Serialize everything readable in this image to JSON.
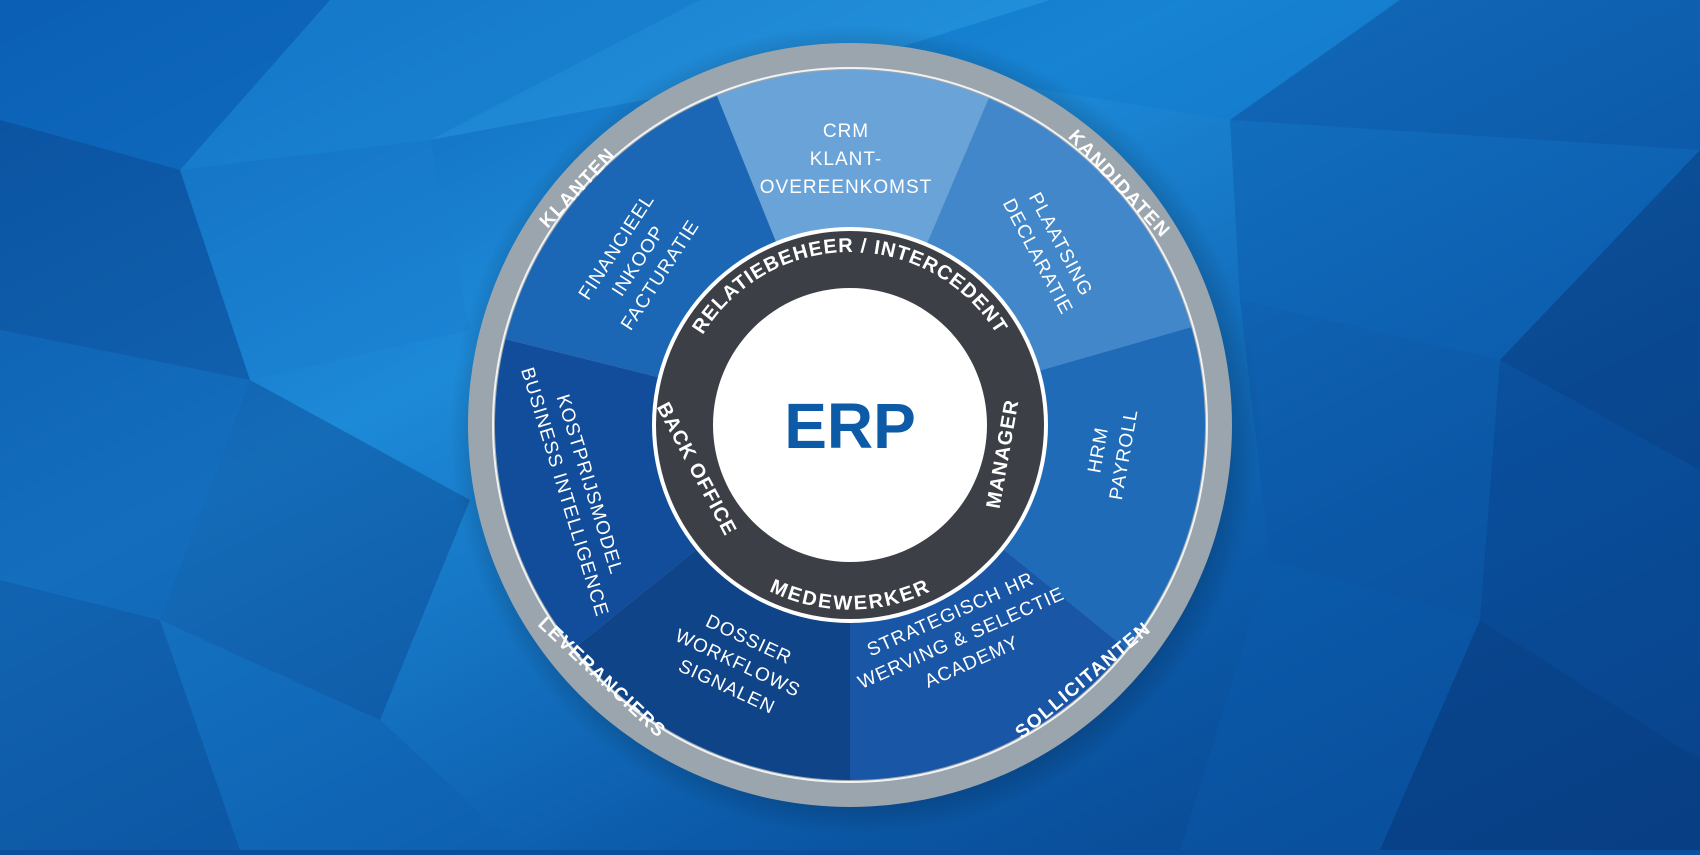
{
  "center": {
    "label": "ERP"
  },
  "inner_ring": {
    "top": "RELATIEBEHEER / INTERCEDENT",
    "right": "MANAGER",
    "bottom": "MEDEWERKER",
    "left": "BACK OFFICE"
  },
  "outer_ring": {
    "top_left": "KLANTEN",
    "top_right": "KANDIDATEN",
    "bottom_left": "LEVERANCIERS",
    "bottom_right": "SOLLICITANTEN"
  },
  "segments": {
    "crm": {
      "lines": [
        "CRM",
        "KLANT-",
        "OVEREENKOMST"
      ]
    },
    "plaatsing": {
      "lines": [
        "PLAATSING",
        "DECLARATIE"
      ]
    },
    "hrm": {
      "lines": [
        "HRM",
        "PAYROLL"
      ]
    },
    "strategisch": {
      "lines": [
        "STRATEGISCH HR",
        "WERVING & SELECTIE",
        "ACADEMY"
      ]
    },
    "dossier": {
      "lines": [
        "DOSSIER",
        "WORKFLOWS",
        "SIGNALEN"
      ]
    },
    "kostprijs": {
      "lines": [
        "KOSTPRIJSMODEL",
        "BUSINESS INTELLIGENCE"
      ]
    },
    "financieel": {
      "lines": [
        "FINANCIEEL",
        "INKOOP",
        "FACTURATIE"
      ]
    }
  },
  "colors": {
    "background": "#0a4f9e",
    "outer_ring": "#9aa5ae",
    "inner_ring": "#3c4046",
    "center": "#ffffff",
    "erp_text": "#0d5aa7",
    "segment_crm": "#6aa3d8",
    "segment_plaatsing": "#4387cb",
    "segment_hrm": "#1f6bb8",
    "segment_strategisch": "#1a56a6",
    "segment_dossier": "#0f4488",
    "segment_kostprijs": "#114d9a",
    "segment_financieel": "#1c67b5"
  }
}
